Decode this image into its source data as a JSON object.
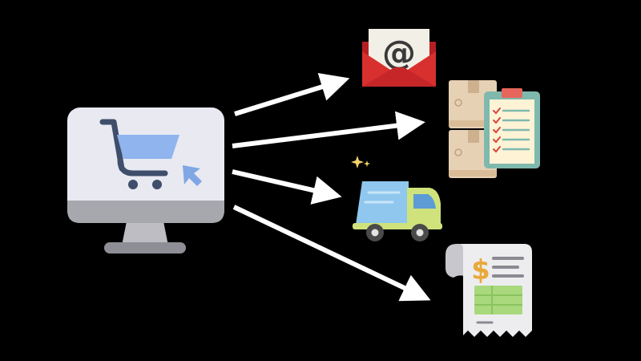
{
  "diagram": {
    "source": {
      "icon": "ecommerce-computer-cart-icon",
      "colors": {
        "screen": "#E9E9F2",
        "bezel": "#A7A7AE",
        "stand": "#BDBDC3",
        "cart": "#3E4E6B",
        "cart_basket": "#8FB4EE",
        "cursor": "#7FA7E4"
      }
    },
    "targets": [
      {
        "id": "email",
        "icon": "email-envelope-icon",
        "glyph": "@",
        "colors": {
          "envelope": "#D8302E",
          "envelope_dark": "#B51F21",
          "letter": "#F2EFE6",
          "glyph": "#3A3A3A"
        }
      },
      {
        "id": "inventory",
        "icon": "boxes-checklist-icon",
        "colors": {
          "box": "#E7D1B4",
          "box_tape": "#CDB18F",
          "clipboard": "#7FB9AE",
          "paper": "#FFF3D6",
          "check": "#D8453D",
          "clip": "#E6665C"
        }
      },
      {
        "id": "shipping",
        "icon": "delivery-truck-icon",
        "colors": {
          "cab": "#CFE27B",
          "cargo": "#8FC7EE",
          "window": "#5C9BD6",
          "wheel": "#4A4A4A",
          "hub": "#E4E4E4",
          "sparkle": "#F3D36A"
        }
      },
      {
        "id": "invoice",
        "icon": "receipt-invoice-icon",
        "glyph": "$",
        "colors": {
          "paper": "#EDEDF0",
          "fold": "#C7C7CD",
          "glyph": "#E9A93A",
          "lines": "#8A8A92",
          "table": "#A9D87D"
        }
      }
    ],
    "arrow_color": "#FFFFFF"
  }
}
